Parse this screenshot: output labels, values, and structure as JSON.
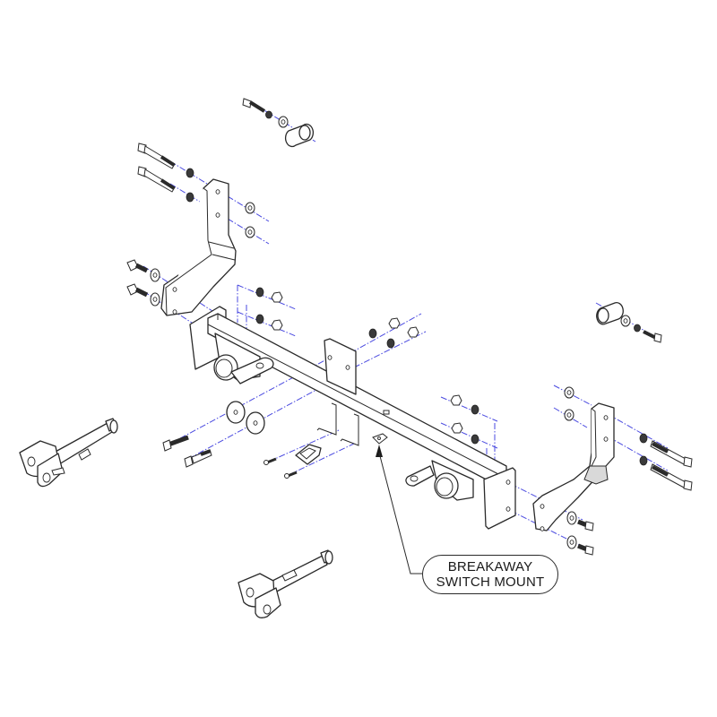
{
  "diagram": {
    "type": "exploded-assembly-view",
    "subject": "tow bar base plate assembly",
    "line_color": "#2a2a2a",
    "axis_color": "#4a4ae0",
    "background": "#ffffff"
  },
  "callout": {
    "line1": "BREAKAWAY",
    "line2": "SWITCH MOUNT",
    "target": "breakaway-switch-mount-tab"
  },
  "parts": [
    {
      "name": "crossbar",
      "label": "main crossbar tube"
    },
    {
      "name": "left-bracket",
      "label": "left side mounting bracket"
    },
    {
      "name": "right-bracket",
      "label": "right side mounting bracket"
    },
    {
      "name": "center-bracket",
      "label": "center support bracket"
    },
    {
      "name": "left-receiver",
      "label": "left receiver tube with tab"
    },
    {
      "name": "right-receiver",
      "label": "right receiver tube with tab"
    },
    {
      "name": "removable-arm-upper",
      "label": "removable clevis arm (upper left)"
    },
    {
      "name": "removable-arm-lower",
      "label": "removable clevis arm (lower)"
    },
    {
      "name": "top-spacer-kit",
      "label": "bolt, lock washer, washer, spacer (top)"
    },
    {
      "name": "right-spacer-kit",
      "label": "spacer, washer, lock washer, bolt (right)"
    },
    {
      "name": "breakaway-switch-plate",
      "label": "switch plate with screws"
    }
  ]
}
